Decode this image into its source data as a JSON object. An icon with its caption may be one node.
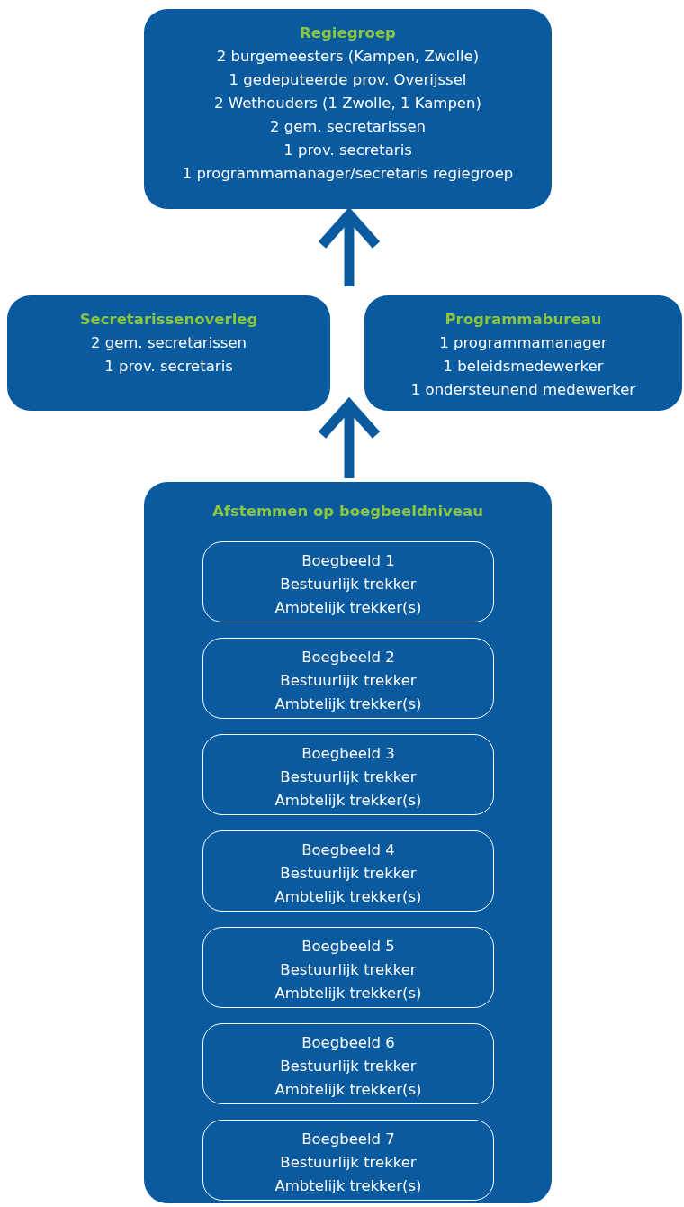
{
  "diagram": {
    "nodes": [
      {
        "text": [
          "Regiegroep",
          "2 burgemeesters (Kampen, Zwolle)",
          "1 gedeputeerde prov. Overijssel",
          "2 Wethouders (1 Zwolle, 1 Kampen)",
          "2 gem. secretarissen",
          "1 prov. secretaris",
          "1 programmamanager/secretaris regiegroep"
        ]
      },
      {
        "text": [
          "Secretarissenoverleg",
          "2 gem. secretarissen",
          "1 prov. secretaris"
        ]
      },
      {
        "text": [
          "Programmabureau",
          "1 programmamanager",
          "1 beleidsmedewerker",
          "1 ondersteunend medewerker"
        ]
      },
      {
        "text": [
          "Afstemmen op boegbeeldniveau"
        ]
      },
      {
        "text": [
          "Boegbeeld 1",
          "Bestuurlijk trekker",
          "Ambtelijk trekker(s)"
        ],
        "in": 3
      },
      {
        "text": [
          "Boegbeeld 2",
          "Bestuurlijk trekker",
          "Ambtelijk trekker(s)"
        ],
        "in": 3
      },
      {
        "text": [
          "Boegbeeld 3",
          "Bestuurlijk trekker",
          "Ambtelijk trekker(s)"
        ],
        "in": 3
      },
      {
        "text": [
          "Boegbeeld 4",
          "Bestuurlijk trekker",
          "Ambtelijk trekker(s)"
        ],
        "in": 3
      },
      {
        "text": [
          "Boegbeeld 5",
          "Bestuurlijk trekker",
          "Ambtelijk trekker(s)"
        ],
        "in": 3
      },
      {
        "text": [
          "Boegbeeld 6",
          "Bestuurlijk trekker",
          "Ambtelijk trekker(s)"
        ],
        "in": 3
      },
      {
        "text": [
          "Boegbeeld 7",
          "Bestuurlijk trekker",
          "Ambtelijk trekker(s)"
        ],
        "in": 3
      }
    ],
    "edges": [
      {
        "from": null,
        "to": 0,
        "arrow": "to"
      },
      {
        "from": 3,
        "to": 1,
        "arrow": "to"
      },
      {
        "from": 3,
        "to": 2,
        "arrow": "to"
      }
    ]
  }
}
